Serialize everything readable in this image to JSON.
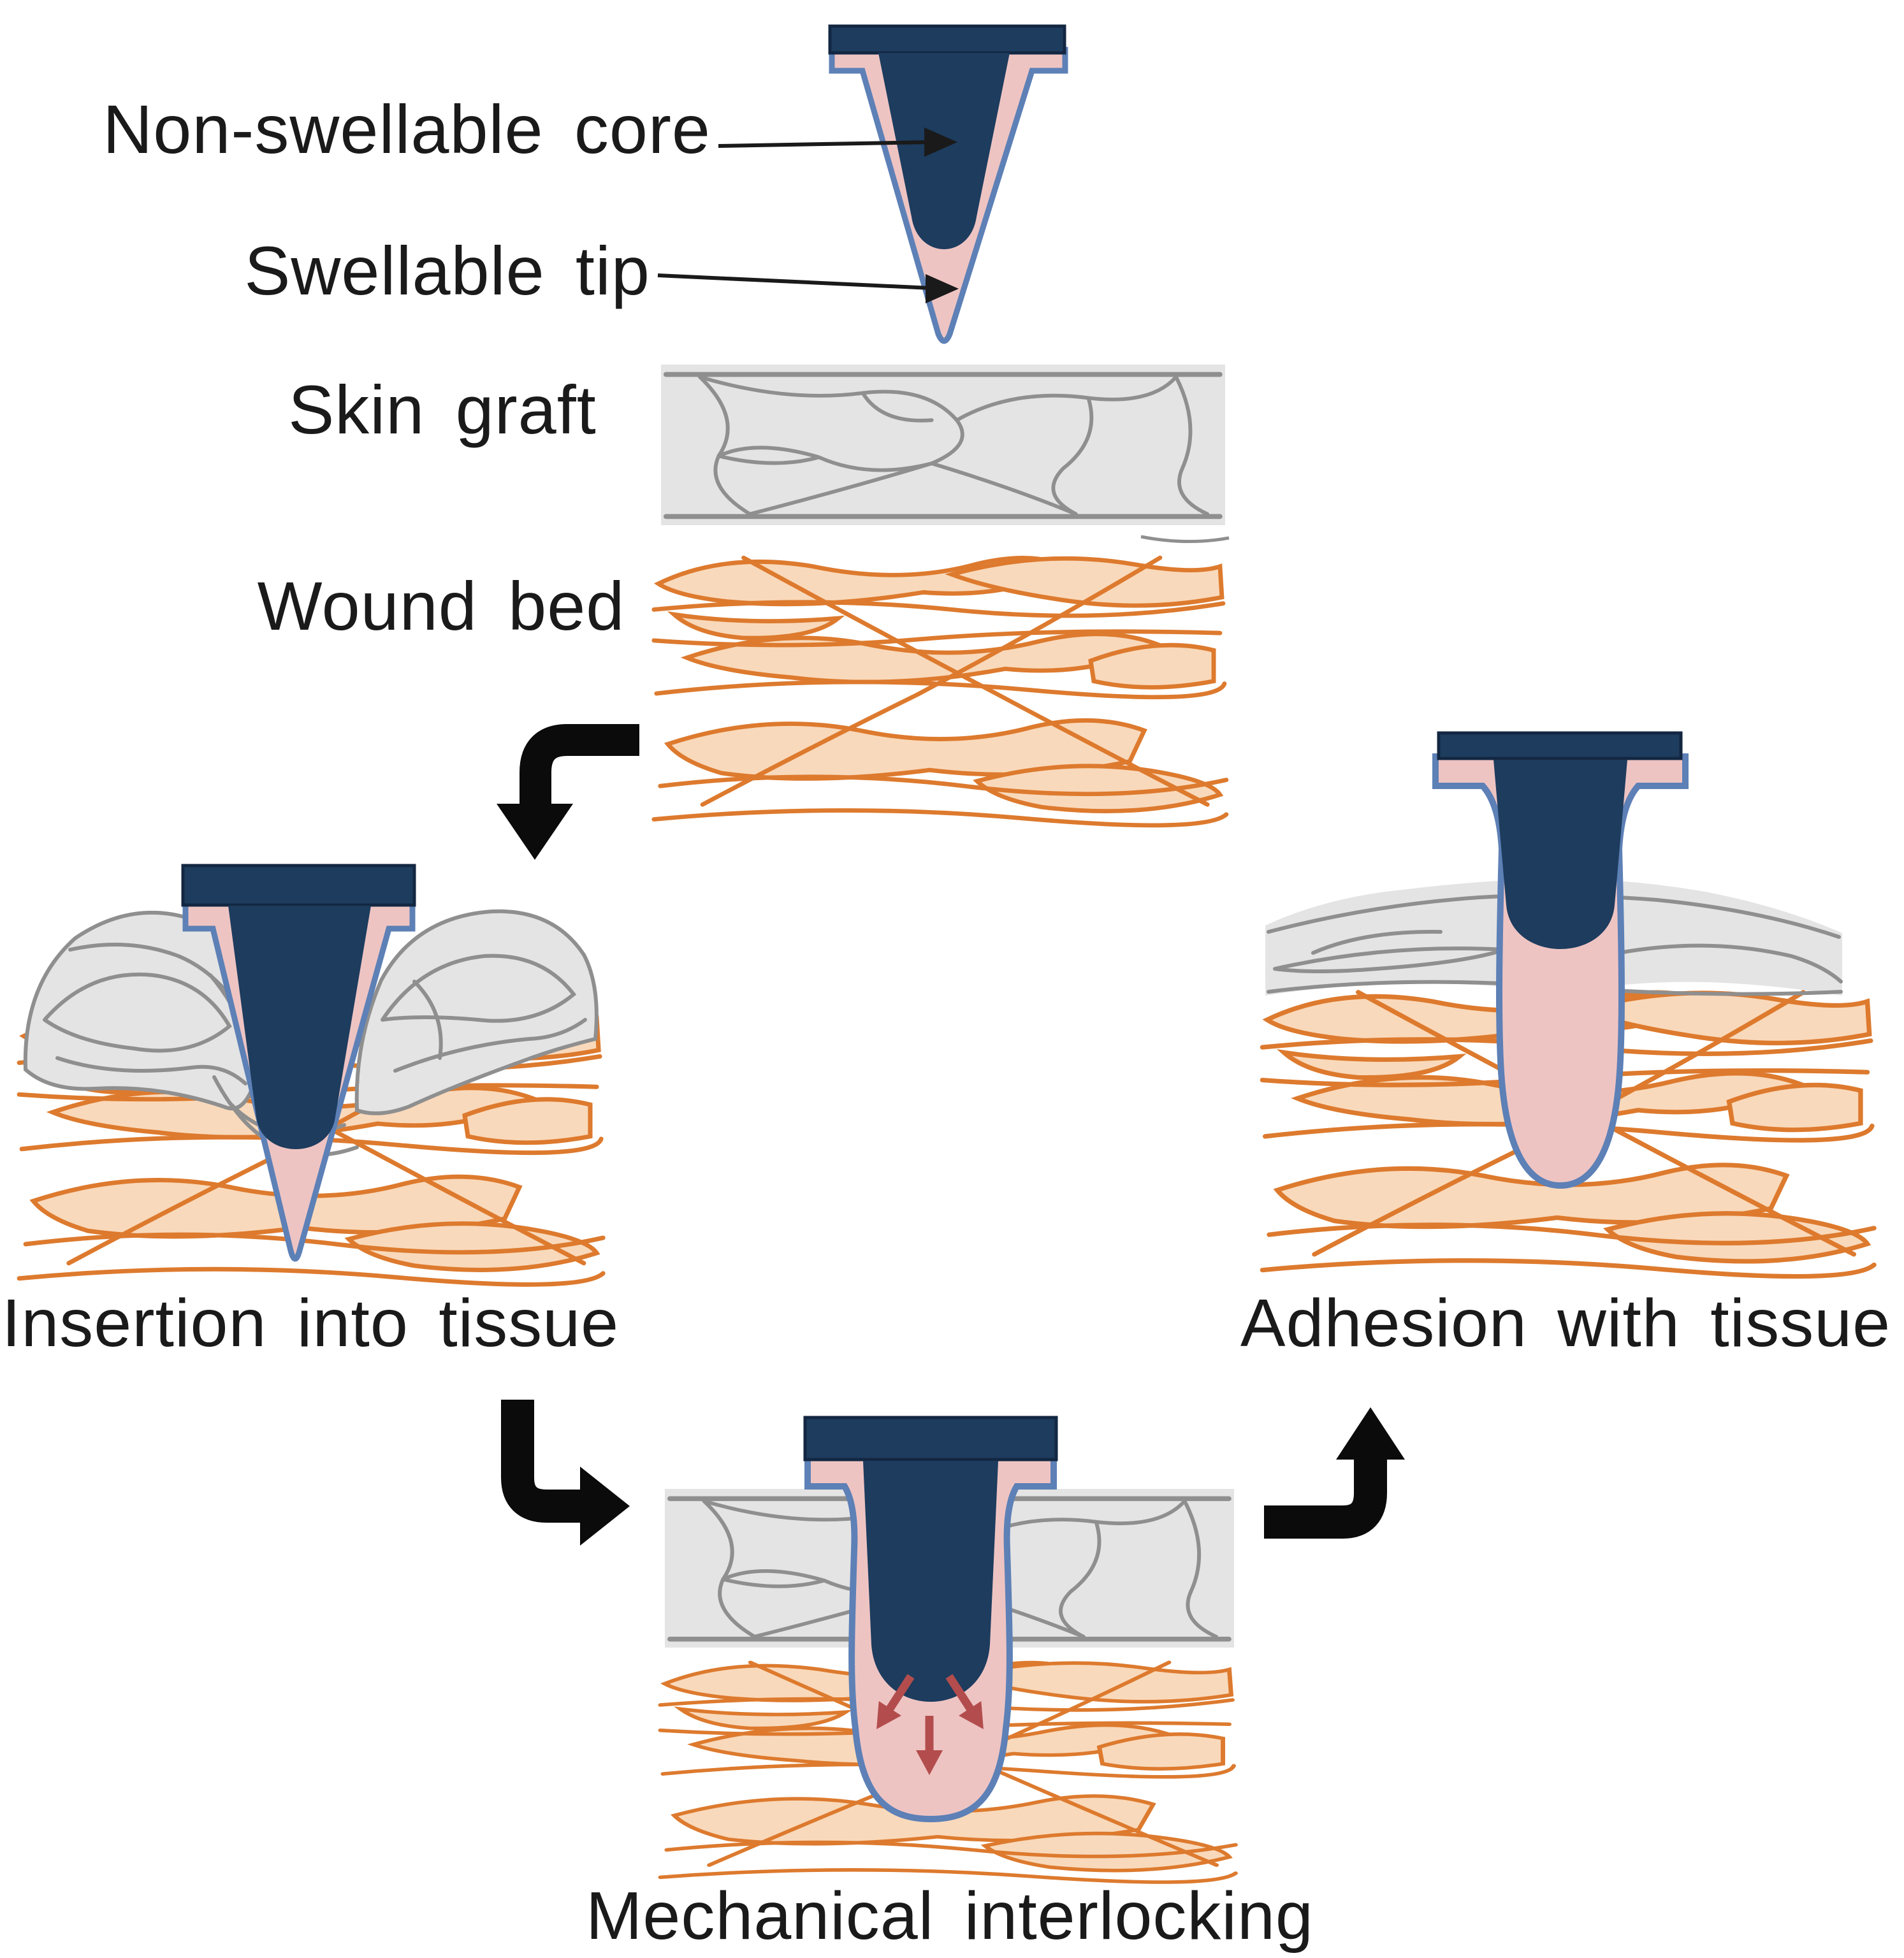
{
  "diagram": {
    "device": {
      "labels": [
        {
          "text": "Non-swellable core"
        },
        {
          "text": "Swellable tip"
        }
      ]
    },
    "tissue": {
      "labels": [
        {
          "text": "Skin graft"
        },
        {
          "text": "Wound bed"
        }
      ]
    },
    "stages": [
      {
        "id": "insertion",
        "caption": "Insertion into tissue"
      },
      {
        "id": "interlocking",
        "caption": "Mechanical interlocking"
      },
      {
        "id": "adhesion",
        "caption": "Adhesion with tissue"
      }
    ],
    "icons": {
      "flow_arrow_1": "elbow-arrow-down-icon",
      "flow_arrow_2": "elbow-arrow-right-icon",
      "flow_arrow_3": "elbow-arrow-up-icon",
      "leader_arrow": "label-leader-arrow-icon",
      "swell_arrows": "swelling-direction-arrows-icon"
    },
    "colors": {
      "core_navy": "#1d3c5e",
      "core_outline": "#132742",
      "swellable_pink": "#eec4c3",
      "outline_blue": "#5d80b6",
      "graft_fill": "#e4e4e4",
      "graft_line": "#8f8f8f",
      "wound_line": "#dd7a2e",
      "wound_fill": "#f9d9bb",
      "swell_arrow_red": "#b34d4d",
      "flow_arrow_black": "#0b0b0b",
      "text": "#1a1a1a",
      "background": "#ffffff"
    }
  }
}
